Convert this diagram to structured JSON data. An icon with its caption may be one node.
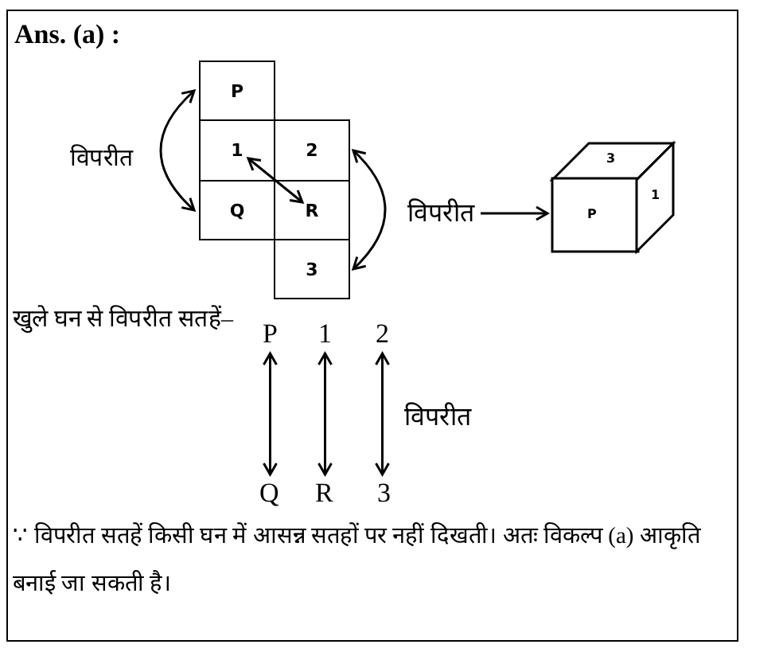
{
  "diagram": {
    "title": "Ans. (a) :",
    "nodes": [
      {
        "text": [
          "P"
        ]
      },
      {
        "text": [
          "1"
        ]
      },
      {
        "text": [
          "2"
        ]
      },
      {
        "text": [
          "Q"
        ]
      },
      {
        "text": [
          "R"
        ]
      },
      {
        "text": [
          "3"
        ]
      },
      {
        "text": [
          "3"
        ]
      },
      {
        "text": [
          "P"
        ]
      },
      {
        "text": [
          "1"
        ]
      },
      {
        "text": [
          "विपरीत"
        ]
      },
      {
        "text": [
          "P"
        ]
      },
      {
        "text": [
          "1"
        ]
      },
      {
        "text": [
          "2"
        ]
      },
      {
        "text": [
          "Q"
        ]
      },
      {
        "text": [
          "R"
        ]
      },
      {
        "text": [
          "3"
        ]
      }
    ],
    "edges": [
      {
        "from": 0,
        "to": 3,
        "arrow": "both",
        "label": "विपरीत"
      },
      {
        "from": 1,
        "to": 4,
        "arrow": "both"
      },
      {
        "from": 2,
        "to": 5,
        "arrow": "both"
      },
      {
        "from": 9,
        "to": 7,
        "arrow": "to"
      },
      {
        "from": 10,
        "to": 13,
        "arrow": "both"
      },
      {
        "from": 11,
        "to": 14,
        "arrow": "both"
      },
      {
        "from": 12,
        "to": 15,
        "arrow": "both",
        "label": "विपरीत"
      }
    ],
    "labels": [
      "खुले घन से विपरीत सतहें–",
      "∵ विपरीत सतहें किसी घन में आसन्न सतहों पर नहीं दिखती। अतः विकल्प (a) आकृति बनाई जा सकती है।"
    ]
  }
}
